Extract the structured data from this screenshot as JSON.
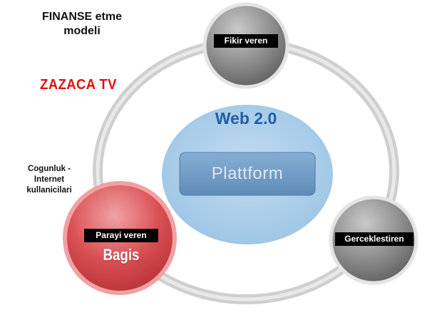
{
  "title": "FINANSE etme modeli",
  "title_lines": [
    "FINANSE etme",
    "modeli"
  ],
  "brand": "ZAZACA TV",
  "side_note_lines": [
    "Cogunluk -",
    "Internet",
    "kullanicilari"
  ],
  "center": {
    "heading": "Web 2.0",
    "platform": "Plattform"
  },
  "nodes": {
    "top": {
      "label": "Fikir veren"
    },
    "right": {
      "label": "Gerceklestiren"
    },
    "left": {
      "label": "Parayi veren",
      "sublabel": "Bagis"
    }
  },
  "colors": {
    "ring": "#c8c8c8",
    "node_gray": "#8e8e8e",
    "node_red": "#d9484c",
    "center_blue": "#a9cde9",
    "platform_box": "#6f9bc4",
    "heading_blue": "#1f5ea8",
    "brand_red": "#e00f0f"
  }
}
